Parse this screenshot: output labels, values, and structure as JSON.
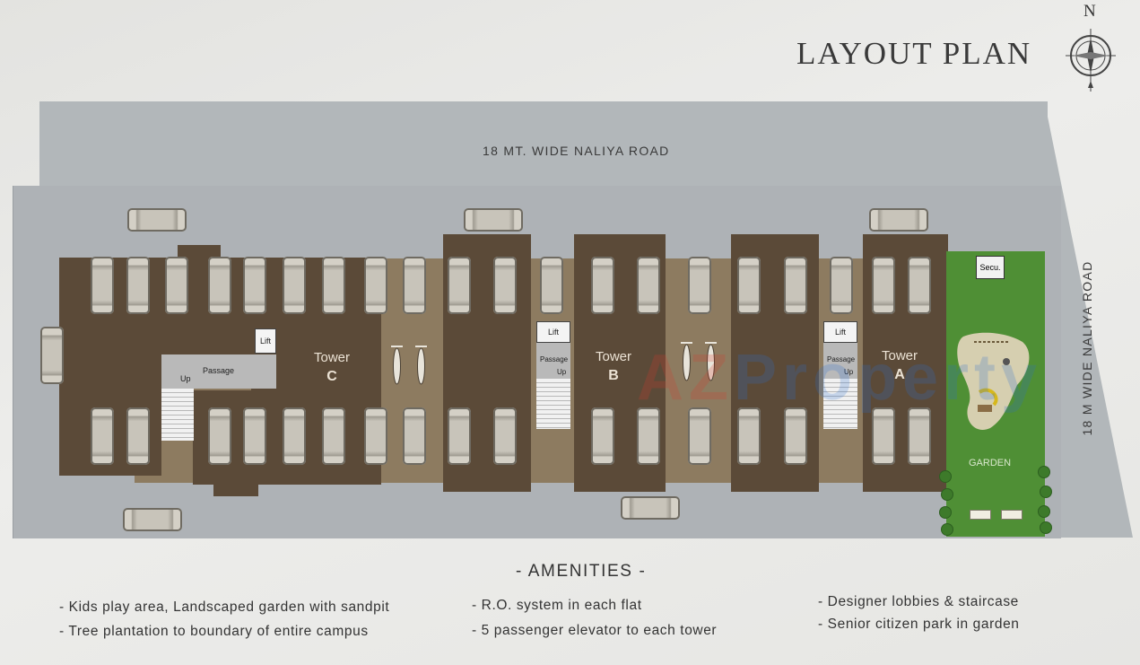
{
  "header": {
    "title": "LAYOUT PLAN",
    "compass_label": "N"
  },
  "roads": {
    "top": "18 MT. WIDE NALIYA ROAD",
    "right": "18 M WIDE NALIYA ROAD"
  },
  "towers": [
    {
      "label": "Tower",
      "letter": "C"
    },
    {
      "label": "Tower",
      "letter": "B"
    },
    {
      "label": "Tower",
      "letter": "A"
    }
  ],
  "core_labels": {
    "lift": "Lift",
    "passage": "Passage",
    "up": "Up",
    "security": "Secu.",
    "garden": "GARDEN"
  },
  "watermark": {
    "part1": "AZ",
    "part2": "Property",
    "colors": [
      "#d93a2b",
      "#2c6fd1",
      "#f2b51c",
      "#3aa14a"
    ]
  },
  "amenities": {
    "title": "- AMENITIES -",
    "col1": [
      "- Kids play area, Landscaped garden with sandpit",
      "- Tree plantation to boundary of entire campus"
    ],
    "col2": [
      "- R.O. system in each flat",
      "- 5 passenger elevator to each tower"
    ],
    "col3": [
      "- Designer lobbies & staircase",
      "- Senior citizen park in garden"
    ]
  },
  "colors": {
    "road": "#b2b7ba",
    "building": "#5b4a38",
    "driveway": "#8d7b60",
    "garden": "#4f8f35"
  }
}
